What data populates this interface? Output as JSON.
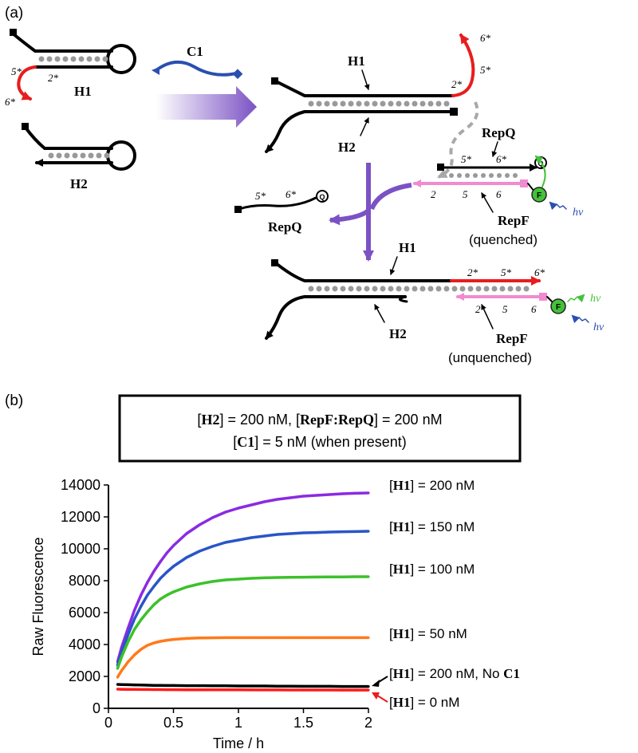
{
  "panel_a": {
    "label": "(a)",
    "h1_left": "H1",
    "h2_left": "H2",
    "c1": "C1",
    "h1_mid": "H1",
    "h2_mid": "H2",
    "repq_top": "RepQ",
    "repf_top": "RepF",
    "quenched": "(quenched)",
    "repq_free": "RepQ",
    "h1_bottom": "H1",
    "h2_bottom": "H2",
    "repf_bottom": "RepF",
    "unquenched": "(unquenched)",
    "hv": "hν",
    "q": "Q",
    "f": "F",
    "dom_2s": "2*",
    "dom_5s": "5*",
    "dom_6s": "6*",
    "dom_2": "2",
    "dom_5": "5",
    "dom_6": "6"
  },
  "panel_b": {
    "label": "(b)",
    "box": {
      "line1": {
        "b1": "[",
        "h2": "H2",
        "v1": "] = 200 nM, [",
        "rep": "RepF:RepQ",
        "v2": "] = 200 nM"
      },
      "line2": {
        "b1": "[",
        "c1": "C1",
        "v1": "] = 5 nM (when present)"
      }
    }
  },
  "chart_data": {
    "type": "line",
    "xlabel": "Time / h",
    "ylabel": "Raw Fluorescence",
    "xlim": [
      0,
      2
    ],
    "ylim": [
      0,
      14000
    ],
    "xticks": [
      0,
      0.5,
      1,
      1.5,
      2
    ],
    "xtick_labels": [
      "0",
      "0.5",
      "1",
      "1.5",
      "2"
    ],
    "yticks": [
      0,
      2000,
      4000,
      6000,
      8000,
      10000,
      12000,
      14000
    ],
    "ytick_labels": [
      "0",
      "2000",
      "4000",
      "6000",
      "8000",
      "10000",
      "12000",
      "14000"
    ],
    "grid": false,
    "x": [
      0.07,
      0.1,
      0.15,
      0.2,
      0.25,
      0.3,
      0.35,
      0.4,
      0.45,
      0.5,
      0.6,
      0.7,
      0.8,
      0.9,
      1.0,
      1.1,
      1.2,
      1.3,
      1.4,
      1.5,
      1.6,
      1.7,
      1.8,
      1.9,
      2.0
    ],
    "series": [
      {
        "color": "#8a2be2",
        "values": [
          2900,
          3800,
          5000,
          6150,
          7100,
          7900,
          8600,
          9200,
          9750,
          10200,
          10950,
          11500,
          11950,
          12300,
          12550,
          12750,
          12950,
          13100,
          13200,
          13300,
          13350,
          13400,
          13450,
          13480,
          13500
        ],
        "label": {
          "pre": "[",
          "bold": "H1",
          "post": "] = 200 nM"
        }
      },
      {
        "color": "#2a55c8",
        "values": [
          2700,
          3500,
          4600,
          5600,
          6400,
          7100,
          7650,
          8150,
          8550,
          8900,
          9450,
          9850,
          10150,
          10400,
          10550,
          10700,
          10800,
          10900,
          10950,
          11000,
          11020,
          11050,
          11070,
          11080,
          11100
        ],
        "label": {
          "pre": "[",
          "bold": "H1",
          "post": "] = 150 nM"
        }
      },
      {
        "color": "#3cc12a",
        "values": [
          2500,
          3200,
          4150,
          4950,
          5550,
          6050,
          6500,
          6850,
          7100,
          7300,
          7600,
          7800,
          7950,
          8050,
          8100,
          8150,
          8180,
          8200,
          8210,
          8220,
          8230,
          8240,
          8240,
          8250,
          8250
        ],
        "label": {
          "pre": "[",
          "bold": "H1",
          "post": "] = 100 nM"
        }
      },
      {
        "color": "#ff7a1a",
        "values": [
          1950,
          2350,
          2900,
          3350,
          3700,
          3950,
          4100,
          4200,
          4270,
          4320,
          4380,
          4410,
          4420,
          4430,
          4430,
          4430,
          4430,
          4430,
          4430,
          4430,
          4430,
          4430,
          4430,
          4430,
          4430
        ],
        "label": {
          "pre": "[",
          "bold": "H1",
          "post": "] = 50 nM"
        }
      },
      {
        "color": "#000000",
        "values": [
          1500,
          1490,
          1480,
          1470,
          1460,
          1450,
          1440,
          1440,
          1430,
          1430,
          1420,
          1420,
          1410,
          1410,
          1400,
          1400,
          1400,
          1390,
          1390,
          1380,
          1380,
          1380,
          1370,
          1370,
          1370
        ],
        "label": {
          "pre": "[",
          "bold": "H1",
          "mid": "] = 200 nM, No ",
          "bold2": "C1",
          "post": ""
        }
      },
      {
        "color": "#ff1a1a",
        "values": [
          1200,
          1195,
          1190,
          1185,
          1180,
          1180,
          1175,
          1175,
          1170,
          1170,
          1165,
          1165,
          1160,
          1160,
          1160,
          1155,
          1155,
          1155,
          1150,
          1150,
          1150,
          1150,
          1145,
          1145,
          1145
        ],
        "label": {
          "pre": "[",
          "bold": "H1",
          "post": "] = 0 nM"
        }
      }
    ]
  },
  "colors": {
    "red": "#e81d1d",
    "blue": "#2a4fb0",
    "purple": "#7b52c4",
    "pink": "#f08bd0",
    "green": "#44c23a",
    "gray": "#a8a8a8"
  }
}
